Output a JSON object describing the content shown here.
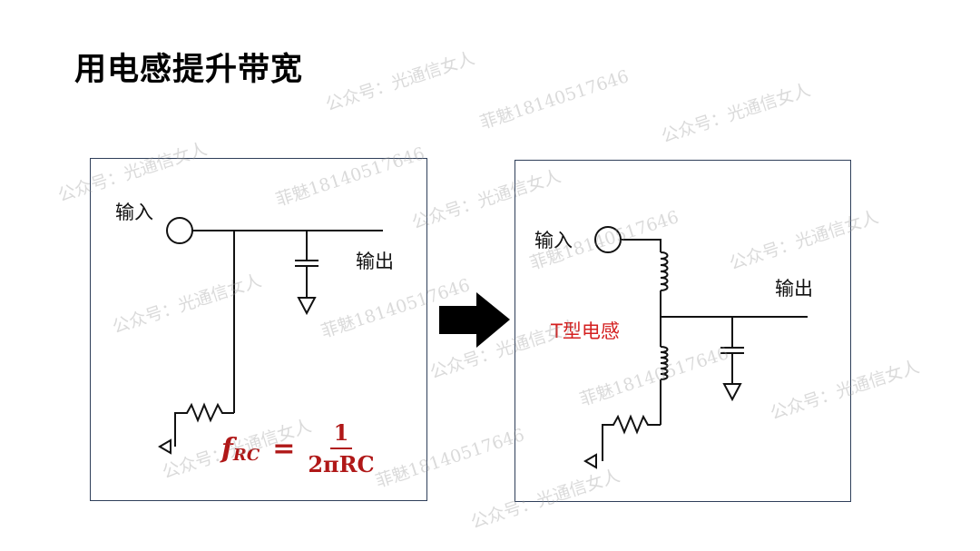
{
  "title": "用电感提升带宽",
  "left_diagram": {
    "input_label": "输入",
    "output_label": "输出",
    "formula": {
      "lhs": "f",
      "subscript": "RC",
      "equals": "=",
      "numerator": "1",
      "denominator": "2πRC"
    }
  },
  "right_diagram": {
    "input_label": "输入",
    "output_label": "输出",
    "inductor_label": "T型电感"
  },
  "watermarks": {
    "account": "公众号：光通信女人",
    "phone": "菲魅18140517646"
  },
  "colors": {
    "formula": "#b01818",
    "inductor_label": "#d42020",
    "border": "#2f3f5a"
  }
}
